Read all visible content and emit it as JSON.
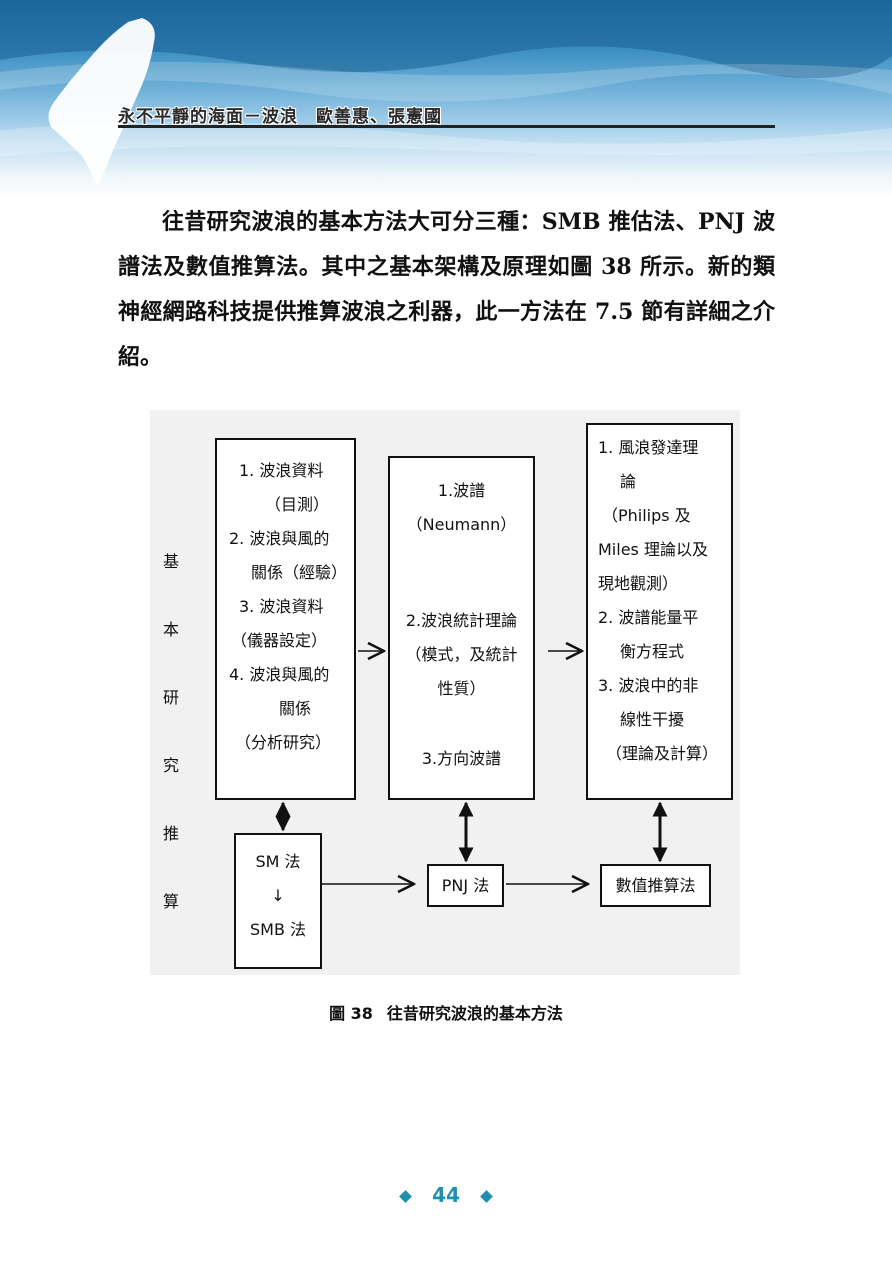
{
  "header": {
    "title": "永不平靜的海面－波浪",
    "authors": "歐善惠、張憲國"
  },
  "body": {
    "paragraph": "往昔研究波浪的基本方法大可分三種：SMB 推估法、PNJ 波譜法及數值推算法。其中之基本架構及原理如圖 38 所示。新的類神經網路科技提供推算波浪之利器，此一方法在 7.5 節有詳細之介紹。"
  },
  "figure": {
    "side_label": [
      "基",
      "本",
      "研",
      "究",
      "推",
      "算"
    ],
    "box1": [
      "1. 波浪資料",
      "（目測）",
      "2. 波浪與風的",
      "關係（經驗）",
      "3. 波浪資料",
      "（儀器設定）",
      "4. 波浪與風的",
      "關係",
      "（分析研究）"
    ],
    "box2_top": [
      "1.波譜",
      "（Neumann）"
    ],
    "box2_mid": [
      "2.波浪統計理論",
      "（模式，及統計",
      "性質）"
    ],
    "box2_bot": [
      "3.方向波譜"
    ],
    "box3": [
      "1. 風浪發達理",
      "論",
      "（Philips 及",
      "Miles 理論以及",
      "現地觀測）",
      "2. 波譜能量平",
      "衡方程式",
      "3. 波浪中的非",
      "線性干擾",
      "（理論及計算）"
    ],
    "sm": {
      "line1": "SM 法",
      "arrow": "↓",
      "line2": "SMB 法"
    },
    "pnj": "PNJ 法",
    "numeric": "數值推算法",
    "caption_num": "圖 38",
    "caption_text": "往昔研究波浪的基本方法"
  },
  "footer": {
    "page_number": "44"
  },
  "colors": {
    "accent": "#1f8fb0",
    "sky": "#3c8fc3"
  }
}
